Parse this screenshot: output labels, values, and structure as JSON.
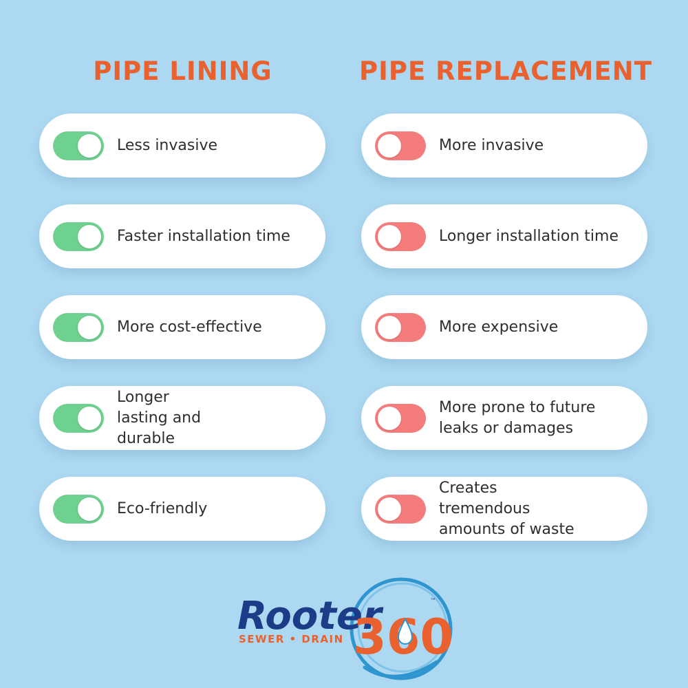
{
  "left_column": {
    "title": "PIPE LINING",
    "toggle_color": "#6fd190",
    "items": [
      {
        "label": "Less invasive",
        "state": "on"
      },
      {
        "label": "Faster installation time",
        "state": "on"
      },
      {
        "label": "More cost-effective",
        "state": "on"
      },
      {
        "label": "Longer lasting and durable",
        "state": "on"
      },
      {
        "label": "Eco-friendly",
        "state": "on"
      }
    ]
  },
  "right_column": {
    "title": "PIPE REPLACEMENT",
    "toggle_color": "#f57c7c",
    "items": [
      {
        "label": "More invasive",
        "state": "off"
      },
      {
        "label": "Longer installation time",
        "state": "off"
      },
      {
        "label": "More expensive",
        "state": "off"
      },
      {
        "label": "More prone to future leaks or damages",
        "state": "off"
      },
      {
        "label": "Creates tremendous amounts of waste",
        "state": "off"
      }
    ]
  },
  "logo": {
    "wordmark": "Rooter",
    "number": "360",
    "trademark": "™",
    "tagline": "SEWER • DRAIN"
  },
  "colors": {
    "background": "#acd8f1",
    "title": "#e8612f",
    "logo_navy": "#1b3c86",
    "logo_orange": "#e8612f",
    "logo_blue": "#2f95cf"
  }
}
